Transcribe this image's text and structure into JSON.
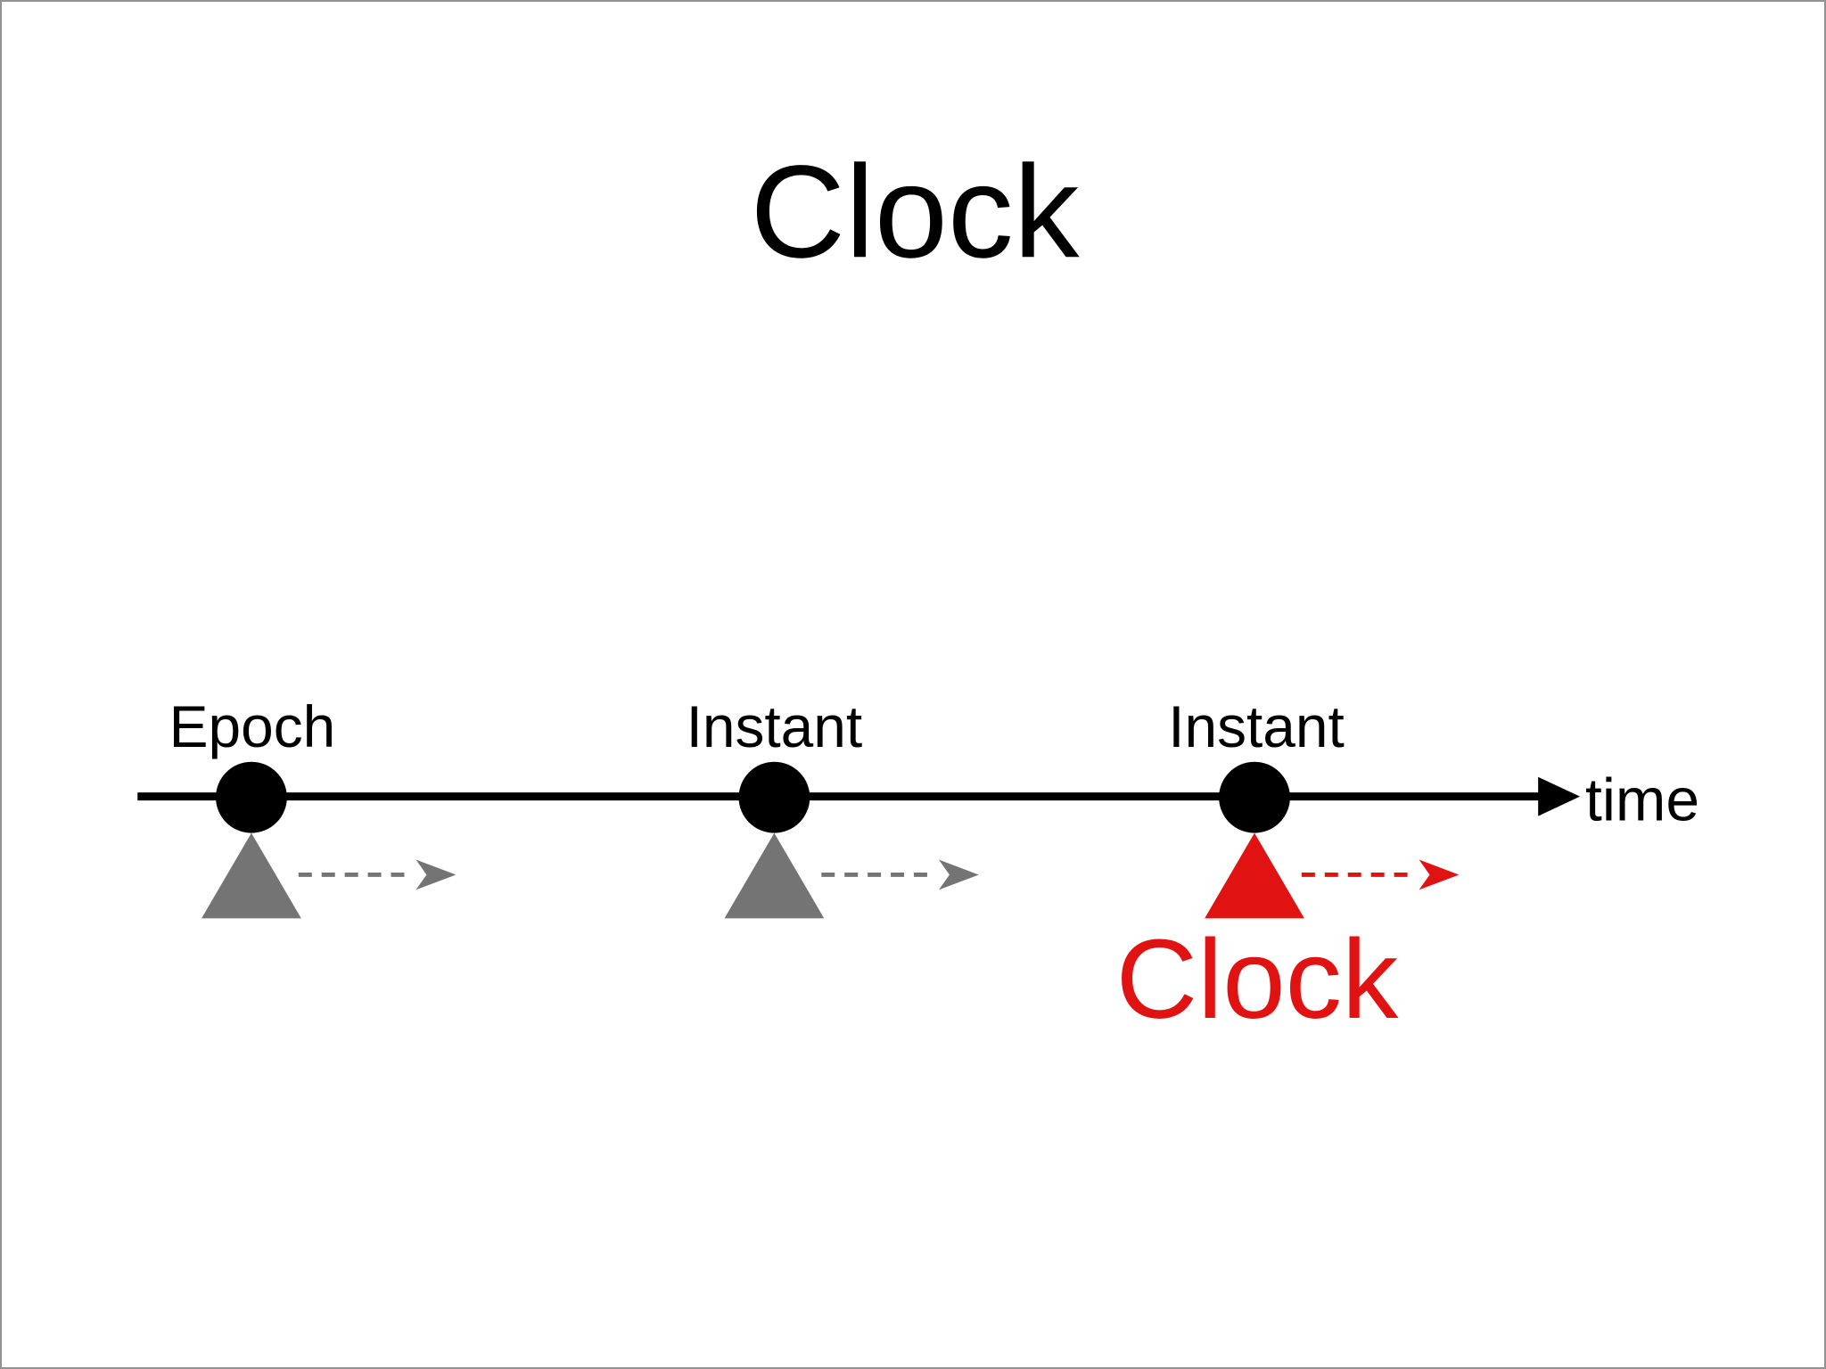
{
  "slide": {
    "title": "Clock",
    "background_color": "#ffffff",
    "border_color": "#919191"
  },
  "timeline": {
    "axis_label": "time",
    "axis_color": "#000000",
    "markers": [
      {
        "label": "Epoch",
        "point_shape": "black-circle",
        "pointer_shape": "triangle-up",
        "pointer_color": "#747474",
        "arrow_style": "dashed-right",
        "arrow_color": "#747474"
      },
      {
        "label": "Instant",
        "point_shape": "black-circle",
        "pointer_shape": "triangle-up",
        "pointer_color": "#747474",
        "arrow_style": "dashed-right",
        "arrow_color": "#747474"
      },
      {
        "label": "Instant",
        "annotation": "Clock",
        "annotation_color": "#e01212",
        "point_shape": "black-circle",
        "pointer_shape": "triangle-up",
        "pointer_color": "#e01212",
        "arrow_style": "dashed-right",
        "arrow_color": "#e01212"
      }
    ]
  },
  "colors": {
    "black": "#000000",
    "gray": "#747474",
    "red": "#e01212",
    "border": "#919191"
  }
}
